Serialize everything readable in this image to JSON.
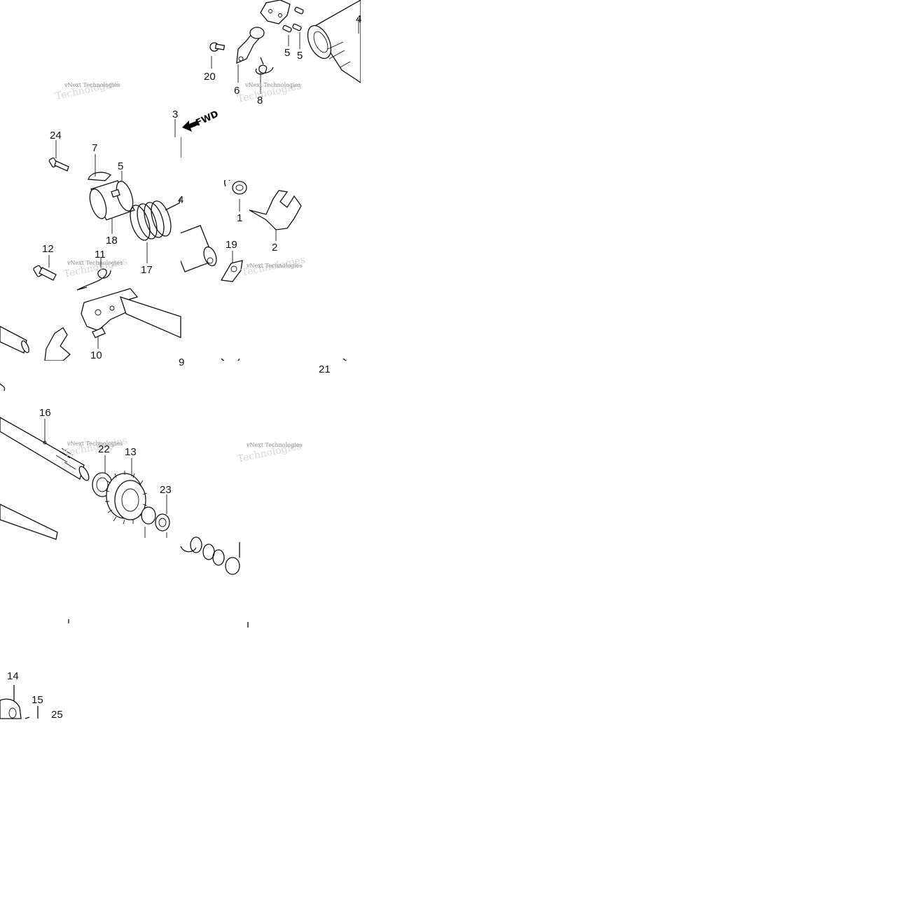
{
  "diagram": {
    "direction_label": "FWD",
    "watermark": "vNext Technologies",
    "callouts": [
      {
        "id": "c20",
        "text": "20"
      },
      {
        "id": "c6",
        "text": "6"
      },
      {
        "id": "c8",
        "text": "8"
      },
      {
        "id": "c5a",
        "text": "5"
      },
      {
        "id": "c5b",
        "text": "5"
      },
      {
        "id": "c4top",
        "text": "4"
      },
      {
        "id": "c3",
        "text": "3"
      },
      {
        "id": "c24",
        "text": "24"
      },
      {
        "id": "c7",
        "text": "7"
      },
      {
        "id": "c5c",
        "text": "5"
      },
      {
        "id": "c4mid",
        "text": "4"
      },
      {
        "id": "c1",
        "text": "1"
      },
      {
        "id": "c2",
        "text": "2"
      },
      {
        "id": "c18",
        "text": "18"
      },
      {
        "id": "c17",
        "text": "17"
      },
      {
        "id": "c19",
        "text": "19"
      },
      {
        "id": "c12",
        "text": "12"
      },
      {
        "id": "c11",
        "text": "11"
      },
      {
        "id": "c10",
        "text": "10"
      },
      {
        "id": "c9",
        "text": "9"
      },
      {
        "id": "c21",
        "text": "21"
      },
      {
        "id": "c16",
        "text": "16"
      },
      {
        "id": "c22",
        "text": "22"
      },
      {
        "id": "c13",
        "text": "13"
      },
      {
        "id": "c23",
        "text": "23"
      },
      {
        "id": "c14",
        "text": "14"
      },
      {
        "id": "c15",
        "text": "15"
      },
      {
        "id": "c25",
        "text": "25"
      }
    ]
  }
}
